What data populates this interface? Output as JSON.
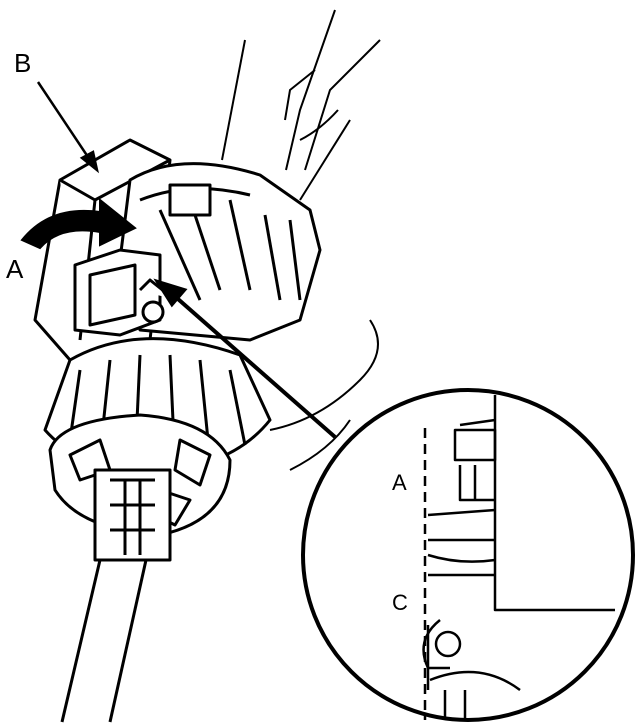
{
  "labels": {
    "a_main": "A",
    "b_main": "B",
    "a_detail": "A",
    "c_detail": "C"
  },
  "colors": {
    "ink": "#000000",
    "paper": "#ffffff"
  }
}
